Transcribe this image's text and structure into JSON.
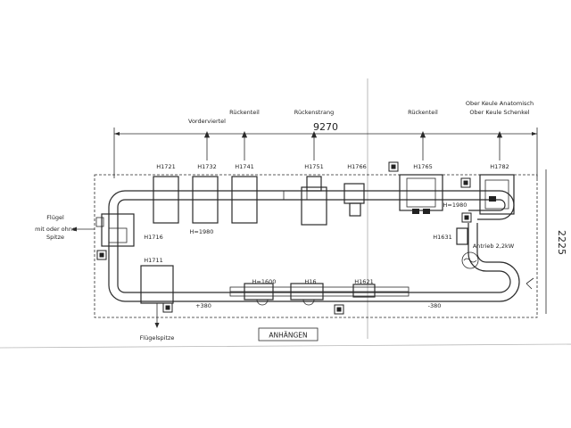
{
  "dimensions": {
    "total_length": "9270",
    "right_height": "2225"
  },
  "stations_top": {
    "vorderviertel": "Vorderviertel",
    "rueckenteil_1": "Rückenteil",
    "rueckenstrang": "Rückenstrang",
    "rueckenteil_2": "Rückenteil",
    "ober_keule_anatomisch": "Ober Keule Anatomisch",
    "ober_keule_schenkel": "Ober Keule Schenkel"
  },
  "heights": {
    "h1721": "H1721",
    "h1732": "H1732",
    "h1741": "H1741",
    "h1751": "H1751",
    "h1766": "H1766",
    "h1765": "H1765",
    "h1782": "H1782",
    "h1716": "H1716",
    "h1980_left": "H=1980",
    "h1980_right": "H=1980",
    "h1631": "H1631",
    "h1711": "H1711",
    "h1600": "H=1600",
    "h16": "H16",
    "h1621": "H1621"
  },
  "offsets": {
    "plus380": "+380",
    "minus380": "-380"
  },
  "labels": {
    "fluegel": "Flügel",
    "mit_oder_ohne": "mit oder ohne",
    "spitze": "Spitze",
    "antrieb": "Antrieb 2,2kW",
    "fluegelspitze": "Flügelspitze",
    "anhaengen": "ANHÄNGEN"
  }
}
